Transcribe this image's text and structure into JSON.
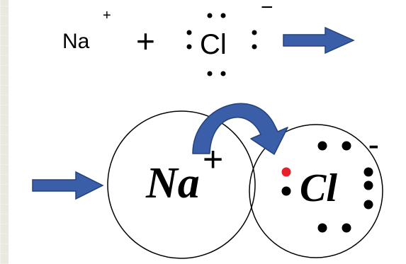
{
  "equation": {
    "sodium_symbol": "Na",
    "sodium_charge": "+",
    "plus_sign": "+",
    "chlorine_symbol": "Cl",
    "chlorine_charge": "−"
  },
  "ion_pair": {
    "sodium_symbol": "Na",
    "sodium_charge": "+",
    "chlorine_symbol": "Cl",
    "chlorine_charge": "-"
  },
  "colors": {
    "arrow": "#3a5ea8",
    "arrow_outline": "#24427a",
    "transferred_electron": "#e8202a",
    "dots": "#000000",
    "circle_outline": "#000000"
  }
}
